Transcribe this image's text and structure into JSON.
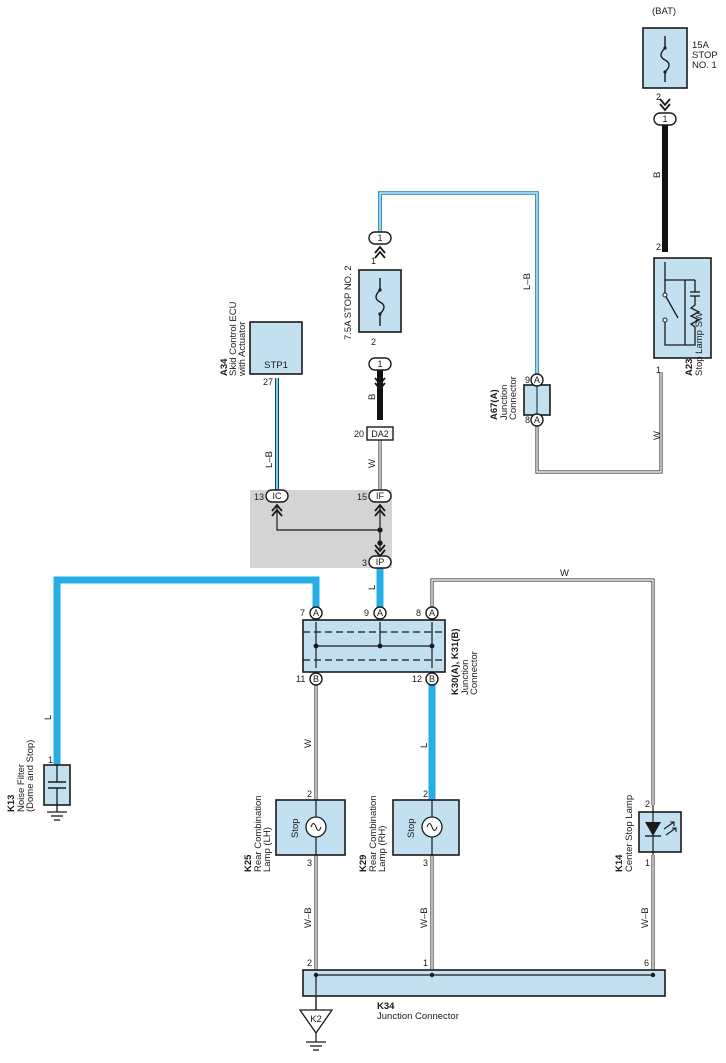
{
  "power": {
    "bat": "(BAT)",
    "fuse1_amp": "15A",
    "fuse1_name1": "STOP",
    "fuse1_name2": "NO. 1",
    "fuse2": "7.5A STOP NO. 2"
  },
  "components": {
    "a23": {
      "code": "A23",
      "name": "Stop Lamp SW"
    },
    "a34": {
      "code": "A34",
      "name1": "Skid Control ECU",
      "name2": "with Actuator",
      "terminal": "STP1"
    },
    "a67": {
      "code": "A67(A)",
      "name1": "Junction",
      "name2": "Connector"
    },
    "k30": {
      "code": "K30(A), K31(B)",
      "name1": "Junction",
      "name2": "Connector"
    },
    "k13": {
      "code": "K13",
      "name1": "Noise Filter",
      "name2": "(Dome and Stop)"
    },
    "k25": {
      "code": "K25",
      "name1": "Rear Combination",
      "name2": "Lamp (LH)",
      "inner": "Stop"
    },
    "k29": {
      "code": "K29",
      "name1": "Rear Combination",
      "name2": "Lamp (RH)",
      "inner": "Stop"
    },
    "k14": {
      "code": "K14",
      "name": "Center Stop Lamp"
    },
    "k34": {
      "code": "K34",
      "name": "Junction Connector"
    },
    "ground": {
      "label": "K2"
    }
  },
  "connectors": {
    "c1": "1",
    "da2": "DA2",
    "ic": "IC",
    "if": "IF",
    "ip": "IP",
    "a": "A",
    "b": "B"
  },
  "wire_colors": {
    "b": "B",
    "lb": "L–B",
    "w": "W",
    "l": "L",
    "wb": "W–B"
  },
  "pins": {
    "p1": "1",
    "p2": "2",
    "p3": "3",
    "p6": "6",
    "p7": "7",
    "p8": "8",
    "p9": "9",
    "p11": "11",
    "p12": "12",
    "p13": "13",
    "p15": "15",
    "p20": "20",
    "p27": "27"
  },
  "colors": {
    "blue_wire": "#25aee6",
    "component_fill": "#c2e0f0",
    "splice_box": "#d4d4d4"
  }
}
